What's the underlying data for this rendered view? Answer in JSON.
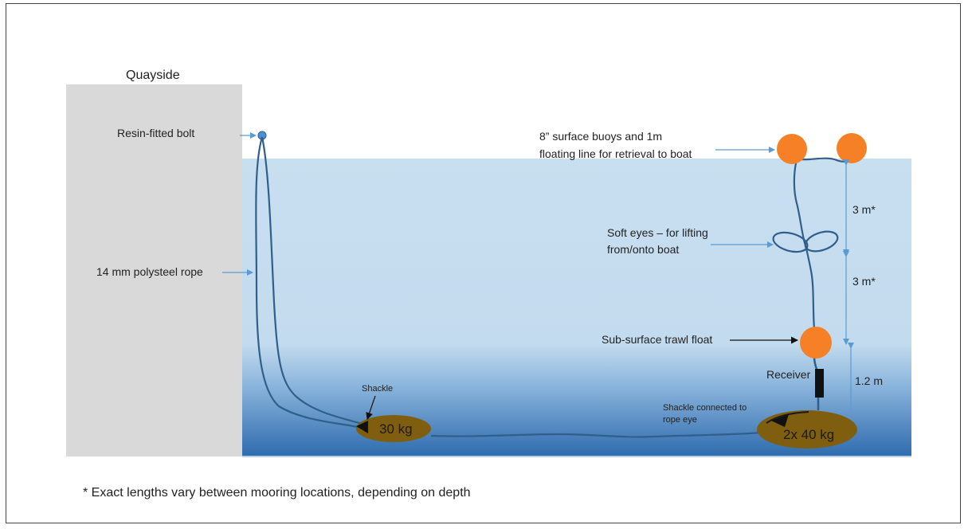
{
  "quayside": "Quayside",
  "labels": {
    "bolt": "Resin-fitted bolt",
    "rope": "14 mm polysteel rope",
    "shackle": "Shackle",
    "buoys_line1": "8” surface buoys and 1m",
    "buoys_line2": "floating line for retrieval to boat",
    "eyes_line1": "Soft eyes – for lifting",
    "eyes_line2": "from/onto boat",
    "trawl_float": "Sub-surface trawl float",
    "receiver": "Receiver",
    "shackle2_line1": "Shackle connected to",
    "shackle2_line2": "rope eye",
    "weight1": "30 kg",
    "weight2": "2x 40 kg"
  },
  "dimensions": {
    "upper": "3 m*",
    "middle": "3 m*",
    "lower": "1.2 m"
  },
  "footnote": "* Exact lengths vary between mooring locations, depending on depth",
  "colors": {
    "quay": "#d9d9d9",
    "water_top": "#c5dcef",
    "water_bottom": "#2e6db0",
    "rope": "#2f5f8a",
    "buoy": "#f58025",
    "weight": "#7f5f0f",
    "arrow": "#5b9bd5"
  }
}
